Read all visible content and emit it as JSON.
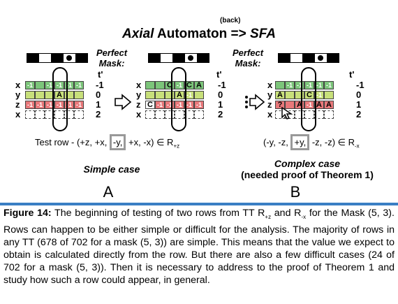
{
  "figure": {
    "back_label": "(back)",
    "title_italic1": "Axial",
    "title_mid": " Automaton ",
    "title_arrow": "=>",
    "title_italic2": " SFA",
    "perfect_a": "Perfect",
    "perfect_b1": "Perfect",
    "perfect_b2": "Mask:",
    "mask_a": "Mask:",
    "t_prime": "t'",
    "row_labels": [
      "x",
      "y",
      "z",
      "x"
    ],
    "numbers": [
      "-1",
      "0",
      "1",
      "2"
    ],
    "testrow_a": "Test row - (+z, +x, ",
    "testrow_a_box": "-y,",
    "testrow_a_end": " +x, -x) ∈ R",
    "testrow_a_sub": "+z",
    "testrow_b": "(-y, -z, ",
    "testrow_b_box": "+y,",
    "testrow_b_end": " -z, -z) ∈ R",
    "testrow_b_sub": "-x",
    "simple_case": "Simple case",
    "complex_case": "Complex case",
    "complex_sub": "(needed proof of Theorem 1)",
    "letter_a": "A",
    "letter_b": "B",
    "cell_A": "A",
    "cell_C": "C",
    "cell_q": "?",
    "cell_m1": "-1",
    "colors": {
      "green": "#7cc57a",
      "yellow": "#c8e07a",
      "red": "#e8787a",
      "border": "#3a7fc4"
    }
  },
  "caption": {
    "label": "Figure 14:",
    "text1": " The beginning of testing of two rows from TT R",
    "sub1": "+z",
    "text2": " and R",
    "sub2": "-x",
    "text3": " for the Mask (5, 3). Rows can happen to be either simple or difficult for the analysis. The majority of rows in any TT (678 of 702 for a mask (5, 3)) are simple. This means that the value we expect to obtain is calculated directly from the row. But there are also a few difficult cases (24 of 702 for a mask (5, 3)). Then it is necessary to address to the proof of Theorem 1 and study how such a row could appear, in general."
  }
}
